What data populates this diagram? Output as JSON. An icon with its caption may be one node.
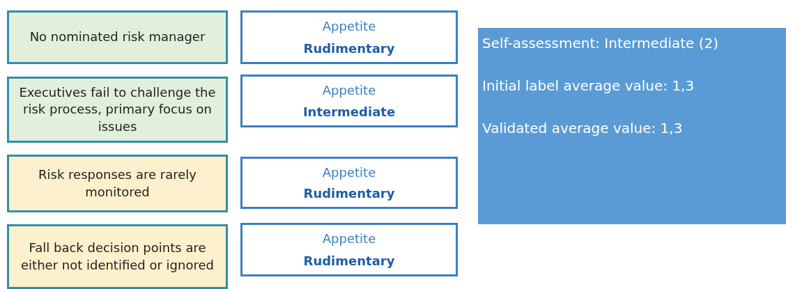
{
  "diagram": {
    "nodes": [
      {
        "text": [
          "No nominated risk manager"
        ]
      },
      {
        "text": [
          "Executives  fail to challenge the risk process, primary focus on issues"
        ]
      },
      {
        "text": [
          "Risk responses are rarely monitored"
        ]
      },
      {
        "text": [
          "Fall back decision points are either not identified or ignored"
        ]
      },
      {
        "text": [
          "Appetite",
          "Rudimentary"
        ]
      },
      {
        "text": [
          "Appetite",
          "Intermediate"
        ]
      },
      {
        "text": [
          "Appetite",
          "Rudimentary"
        ]
      },
      {
        "text": [
          "Appetite",
          "Rudimentary"
        ]
      },
      {
        "text": [
          "Self-assessment: Intermediate (2)",
          "Initial label average value: 1,3",
          "Validated average value: 1,3"
        ]
      }
    ]
  }
}
